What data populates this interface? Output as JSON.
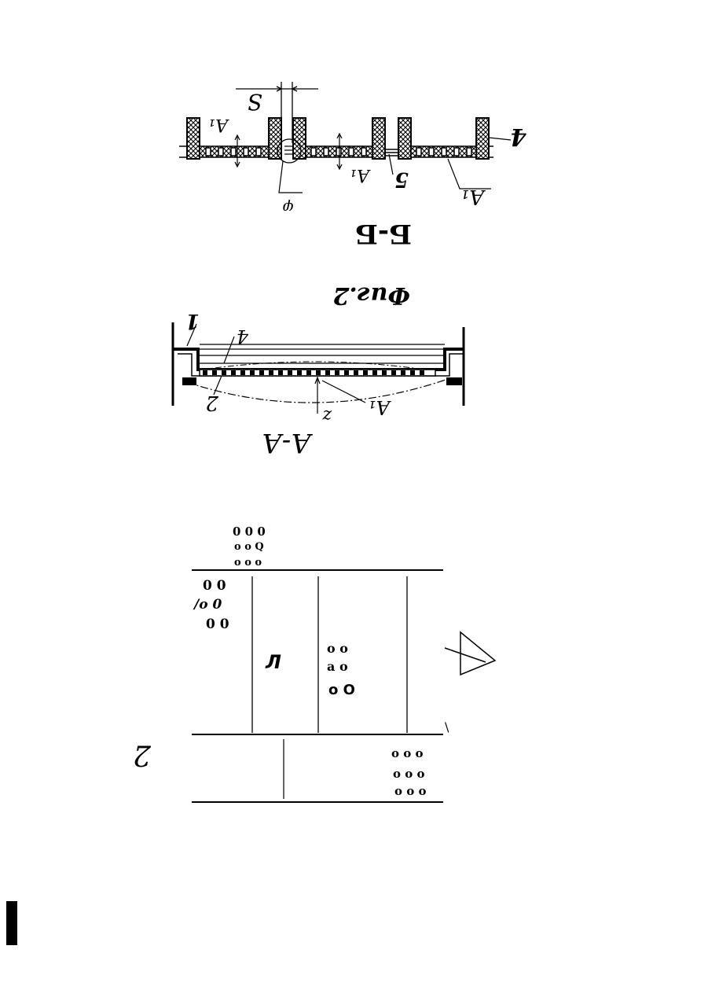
{
  "section_bb": {
    "caption": "Б-Б",
    "label_S": "S",
    "label_A1_left": "A₁",
    "label_A1_mid": "A₁",
    "label_A1_right": "A₁",
    "label_4": "4",
    "label_5": "5",
    "label_phi": "φ"
  },
  "fig_caption": "Фиг.2",
  "section_aa": {
    "caption": "А-А",
    "label_1": "1",
    "label_4": "4",
    "label_2": "2",
    "label_z": "z",
    "label_A1": "A₁"
  },
  "lower_diagram": {
    "top_dots": [
      "0 0 0",
      "o o Q",
      "o o o"
    ],
    "left_dots": [
      "0 0",
      "/o 0",
      "0 0"
    ],
    "center_letter": "Л",
    "mid_dots": [
      "o o",
      "a o",
      "o O"
    ],
    "slash": "\\",
    "big_glyph": "2",
    "bottom_dots": [
      "o o o",
      "o o o",
      "o o o"
    ]
  }
}
